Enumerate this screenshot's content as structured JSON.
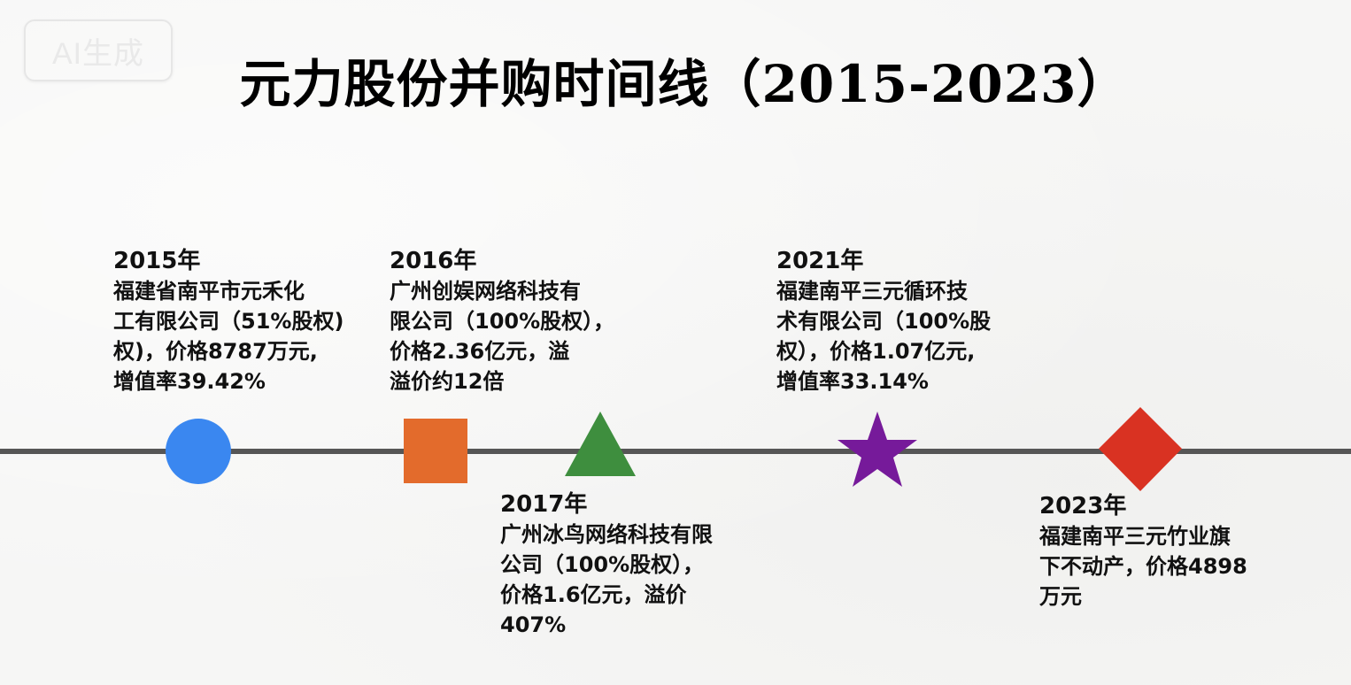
{
  "badge": {
    "label": "AI生成"
  },
  "title": "元力股份并购时间线（2015-2023）",
  "chart_data": {
    "type": "timeline",
    "title": "元力股份并购时间线（2015-2023）",
    "axis": {
      "orientation": "horizontal",
      "color": "#565656"
    },
    "events": [
      {
        "year": "2015年",
        "position": "above",
        "marker": {
          "shape": "circle",
          "color": "#3a87f0"
        },
        "lines": [
          "福建省南平市元禾化",
          "工有限公司（51%股权)",
          "权)，价格8787万元,",
          "增值率39.42%"
        ],
        "target": "福建省南平市元禾化工有限公司",
        "stake": "51%",
        "price": "8787万元",
        "appreciation_rate": "39.42%"
      },
      {
        "year": "2016年",
        "position": "above",
        "marker": {
          "shape": "square",
          "color": "#e36b2c"
        },
        "lines": [
          "广州创娱网络科技有",
          "限公司（100%股权），",
          "价格2.36亿元，溢",
          "溢价约12倍"
        ],
        "target": "广州创娱网络科技有限公司",
        "stake": "100%",
        "price": "2.36亿元",
        "premium": "约12倍"
      },
      {
        "year": "2017年",
        "position": "below",
        "marker": {
          "shape": "triangle",
          "color": "#3e8e3e"
        },
        "lines": [
          "广州冰鸟网络科技有限",
          "公司（100%股权），",
          "价格1.6亿元，溢价",
          "407%"
        ],
        "target": "广州冰鸟网络科技有限公司",
        "stake": "100%",
        "price": "1.6亿元",
        "premium": "407%"
      },
      {
        "year": "2021年",
        "position": "above",
        "marker": {
          "shape": "star",
          "color": "#761a9a"
        },
        "lines": [
          "福建南平三元循环技",
          "术有限公司（100%股",
          "权），价格1.07亿元,",
          "增值率33.14%"
        ],
        "target": "福建南平三元循环技术有限公司",
        "stake": "100%",
        "price": "1.07亿元",
        "appreciation_rate": "33.14%"
      },
      {
        "year": "2023年",
        "position": "below",
        "marker": {
          "shape": "diamond",
          "color": "#d93222"
        },
        "lines": [
          "福建南平三元竹业旗",
          "下不动产，价格4898",
          "万元"
        ],
        "target": "福建南平三元竹业旗下不动产",
        "price": "4898万元"
      }
    ]
  }
}
